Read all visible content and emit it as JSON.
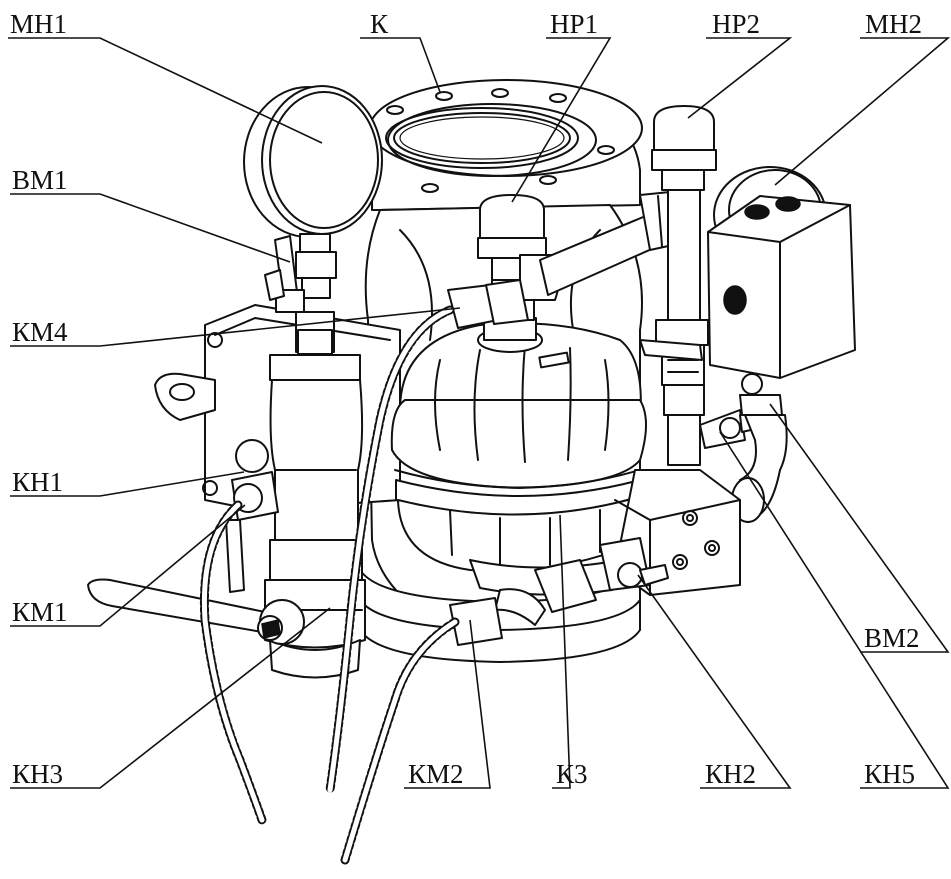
{
  "labels": {
    "mn1": "МН1",
    "k": "К",
    "np1": "НР1",
    "np2": "НР2",
    "mn2": "МН2",
    "vm1": "ВМ1",
    "km4": "КМ4",
    "kn1": "КН1",
    "km1": "КМ1",
    "kn3": "КН3",
    "km2": "КМ2",
    "k3": "К3",
    "kn2": "КН2",
    "kn5": "КН5",
    "vm2": "ВМ2"
  }
}
